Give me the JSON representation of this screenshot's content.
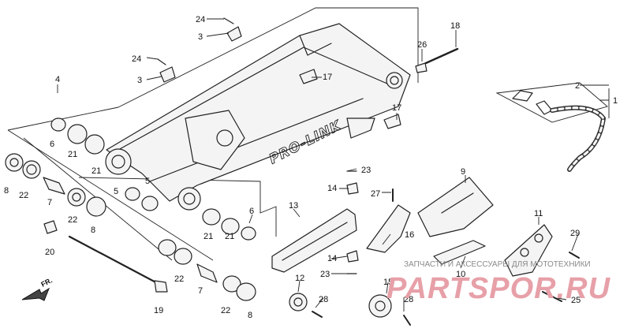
{
  "diagram": {
    "logo_text": "PRO-LINK",
    "front_arrow_text": "FR.",
    "callouts": [
      {
        "id": "c1",
        "text": "1"
      },
      {
        "id": "c2",
        "text": "2"
      },
      {
        "id": "c3a",
        "text": "3"
      },
      {
        "id": "c3b",
        "text": "3"
      },
      {
        "id": "c4",
        "text": "4"
      },
      {
        "id": "c5a",
        "text": "5"
      },
      {
        "id": "c5b",
        "text": "5"
      },
      {
        "id": "c6a",
        "text": "6"
      },
      {
        "id": "c6b",
        "text": "6"
      },
      {
        "id": "c7a",
        "text": "7"
      },
      {
        "id": "c7b",
        "text": "7"
      },
      {
        "id": "c8a",
        "text": "8"
      },
      {
        "id": "c8b",
        "text": "8"
      },
      {
        "id": "c8c",
        "text": "8"
      },
      {
        "id": "c9",
        "text": "9"
      },
      {
        "id": "c10",
        "text": "10"
      },
      {
        "id": "c11",
        "text": "11"
      },
      {
        "id": "c12",
        "text": "12"
      },
      {
        "id": "c13",
        "text": "13"
      },
      {
        "id": "c14a",
        "text": "14"
      },
      {
        "id": "c14b",
        "text": "14"
      },
      {
        "id": "c15",
        "text": "15"
      },
      {
        "id": "c16",
        "text": "16"
      },
      {
        "id": "c17a",
        "text": "17"
      },
      {
        "id": "c17b",
        "text": "17"
      },
      {
        "id": "c18",
        "text": "18"
      },
      {
        "id": "c19",
        "text": "19"
      },
      {
        "id": "c20",
        "text": "20"
      },
      {
        "id": "c21a",
        "text": "21"
      },
      {
        "id": "c21b",
        "text": "21"
      },
      {
        "id": "c21c",
        "text": "21"
      },
      {
        "id": "c21d",
        "text": "21"
      },
      {
        "id": "c22a",
        "text": "22"
      },
      {
        "id": "c22b",
        "text": "22"
      },
      {
        "id": "c22c",
        "text": "22"
      },
      {
        "id": "c22d",
        "text": "22"
      },
      {
        "id": "c23a",
        "text": "23"
      },
      {
        "id": "c23b",
        "text": "23"
      },
      {
        "id": "c24a",
        "text": "24"
      },
      {
        "id": "c24b",
        "text": "24"
      },
      {
        "id": "c25",
        "text": "25"
      },
      {
        "id": "c26",
        "text": "26"
      },
      {
        "id": "c27",
        "text": "27"
      },
      {
        "id": "c28a",
        "text": "28"
      },
      {
        "id": "c28b",
        "text": "28"
      },
      {
        "id": "c29",
        "text": "29"
      }
    ]
  },
  "watermark": {
    "tagline": "ЗАПЧАСТИ И АКСЕССУАРЫ ДЛЯ МОТОТЕХНИКИ",
    "brand": "PARTSPOR.RU",
    "color": "#e7a0a8"
  }
}
